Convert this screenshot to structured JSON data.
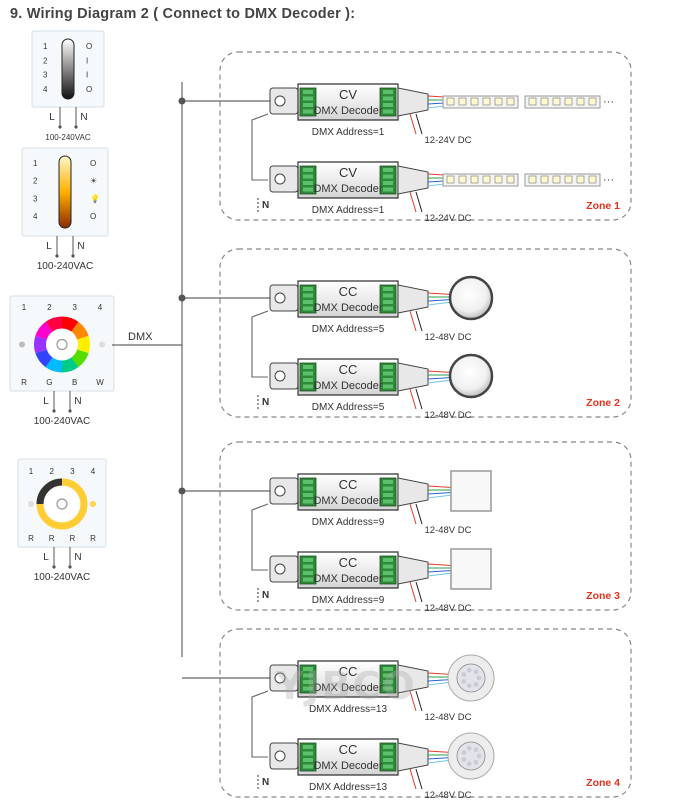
{
  "title": "9. Wiring Diagram 2 ( Connect to DMX Decoder ):",
  "bus_label": "DMX",
  "watermark": "YJBCO",
  "panels": [
    {
      "id": "panel-1",
      "voltage": "100-240VAC",
      "keys_left": [
        "1",
        "2",
        "3",
        "4"
      ],
      "keys_right": [
        "O",
        "I",
        "I",
        "O"
      ],
      "line": "L",
      "neutral": "N"
    },
    {
      "id": "panel-2",
      "voltage": "100-240VAC",
      "keys_left": [
        "1",
        "2",
        "3",
        "4"
      ],
      "keys_right": [
        "O",
        "☀",
        "💡",
        "O"
      ],
      "line": "L",
      "neutral": "N"
    },
    {
      "id": "panel-3",
      "voltage": "100-240VAC",
      "keys_top": [
        "1",
        "2",
        "3",
        "4"
      ],
      "keys_bottom": [
        "R",
        "G",
        "B",
        "W"
      ],
      "line": "L",
      "neutral": "N"
    },
    {
      "id": "panel-4",
      "voltage": "100-240VAC",
      "keys_top": [
        "1",
        "2",
        "3",
        "4"
      ],
      "keys_bottom": [
        "R",
        "R",
        "R",
        "R"
      ],
      "line": "L",
      "neutral": "N"
    }
  ],
  "zones": [
    {
      "label": "Zone 1",
      "decoders": [
        {
          "type": "CV",
          "name": "DMX Decoder",
          "address": "DMX Address=1",
          "supply": "12-24V DC",
          "load": "strip"
        },
        {
          "type": "CV",
          "name": "DMX Decoder",
          "address": "DMX Address=1",
          "supply": "12-24V DC",
          "load": "strip"
        }
      ]
    },
    {
      "label": "Zone 2",
      "decoders": [
        {
          "type": "CC",
          "name": "DMX Decoder",
          "address": "DMX Address=5",
          "supply": "12-48V DC",
          "load": "round"
        },
        {
          "type": "CC",
          "name": "DMX Decoder",
          "address": "DMX Address=5",
          "supply": "12-48V DC",
          "load": "round"
        }
      ]
    },
    {
      "label": "Zone 3",
      "decoders": [
        {
          "type": "CC",
          "name": "DMX Decoder",
          "address": "DMX Address=9",
          "supply": "12-48V DC",
          "load": "panel"
        },
        {
          "type": "CC",
          "name": "DMX Decoder",
          "address": "DMX Address=9",
          "supply": "12-48V DC",
          "load": "panel"
        }
      ]
    },
    {
      "label": "Zone 4",
      "decoders": [
        {
          "type": "CC",
          "name": "DMX Decoder",
          "address": "DMX Address=13",
          "supply": "12-48V DC",
          "load": "downlight"
        },
        {
          "type": "CC",
          "name": "DMX Decoder",
          "address": "DMX Address=13",
          "supply": "12-48V DC",
          "load": "downlight"
        }
      ]
    }
  ],
  "neutral_label": "N",
  "ellipsis": "···"
}
